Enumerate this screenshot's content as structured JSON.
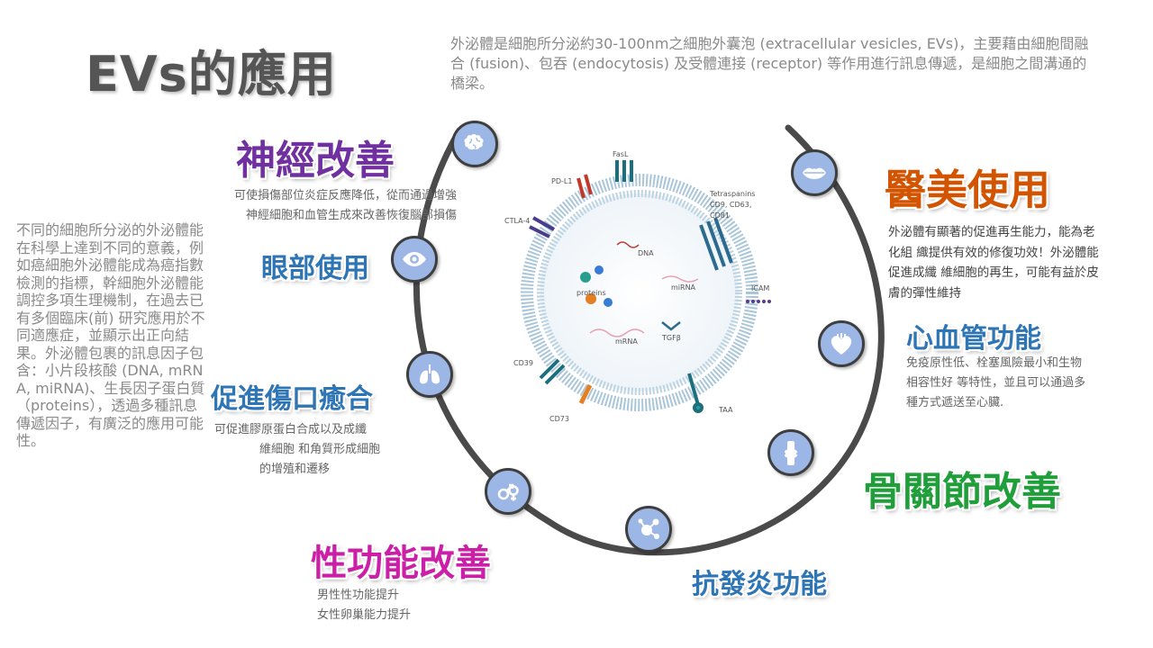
{
  "title": "EVs的應用",
  "intro": "外泌體是細胞所分泌約30-100nm之細胞外囊泡 (extracellular vesicles, EVs)，主要藉由細胞間融合 (fusion)、包吞 (endocytosis) 及受體連接 (receptor) 等作用進行訊息傳遞，是細胞之間溝通的橋梁。",
  "left_text": "不同的細胞所分泌的外泌體能在科學上達到不同的意義，例如癌細胞外泌體能成為癌指數檢測的指標，幹細胞外泌體能調控多項生理機制，在過去已有多個臨床(前) 研究應用於不同適應症，並顯示出正向結果。外泌體包裹的訊息因子包含：小片段核酸 (DNA, mRNA, miRNA)、生長因子蛋白質（proteins），透過多種訊息傳遞因子，有廣泛的應用可能性。",
  "applications": {
    "neuro": {
      "title": "神經改善",
      "desc": [
        "可使損傷部位炎症反應降低，從而通過增強",
        "神經細胞和血管生成來改善恢復腦部損傷"
      ],
      "color": "#7030a0",
      "icon": "brain-icon"
    },
    "eye": {
      "title": "眼部使用",
      "color": "#2e75b6",
      "icon": "eye-icon"
    },
    "wound": {
      "title": "促進傷口癒合",
      "desc": [
        "可促進膠原蛋白合成以及成纖",
        "維細胞 和角質形成細胞",
        "的增殖和遷移"
      ],
      "color": "#2e75b6",
      "icon": "lungs-icon"
    },
    "sexual": {
      "title": "性功能改善",
      "desc": [
        "男性性功能提升",
        "女性卵巢能力提升"
      ],
      "color": "#cc1fa8",
      "icon": "gender-icon"
    },
    "anti": {
      "title": "抗發炎功能",
      "color": "#2e75b6",
      "icon": "molecule-icon"
    },
    "bone": {
      "title": "骨關節改善",
      "color": "#1f9e3a",
      "icon": "knee-joint-icon"
    },
    "cardio": {
      "title": "心血管功能",
      "desc": [
        "免疫原性低、栓塞風險最小和生物",
        "相容性好  等特性，並且可以通過多",
        "種方式遞送至心臟."
      ],
      "color": "#2e75b6",
      "icon": "heart-icon"
    },
    "beauty": {
      "title": "醫美使用",
      "desc": [
        "外泌體有顯著的促進再生能力，能為老",
        "化組 織提供有效的修復功效！外泌體能",
        "促進成纖 維細胞的再生，可能有益於皮",
        "膚的彈性維持"
      ],
      "color": "#d35400",
      "icon": "lips-icon"
    }
  },
  "ev_labels": {
    "fasl": "FasL",
    "pdl1": "PD-L1",
    "ctla4": "CTLA-4",
    "tetraspanins": "Tetraspanins",
    "cd": "CD9, CD63,",
    "cd81": "CD81",
    "icam": "ICAM",
    "dna": "DNA",
    "proteins": "proteins",
    "mirna": "miRNA",
    "mrna": "mRNA",
    "tgfb": "TGFβ",
    "cd39": "CD39",
    "cd73": "CD73",
    "taa": "TAA"
  }
}
